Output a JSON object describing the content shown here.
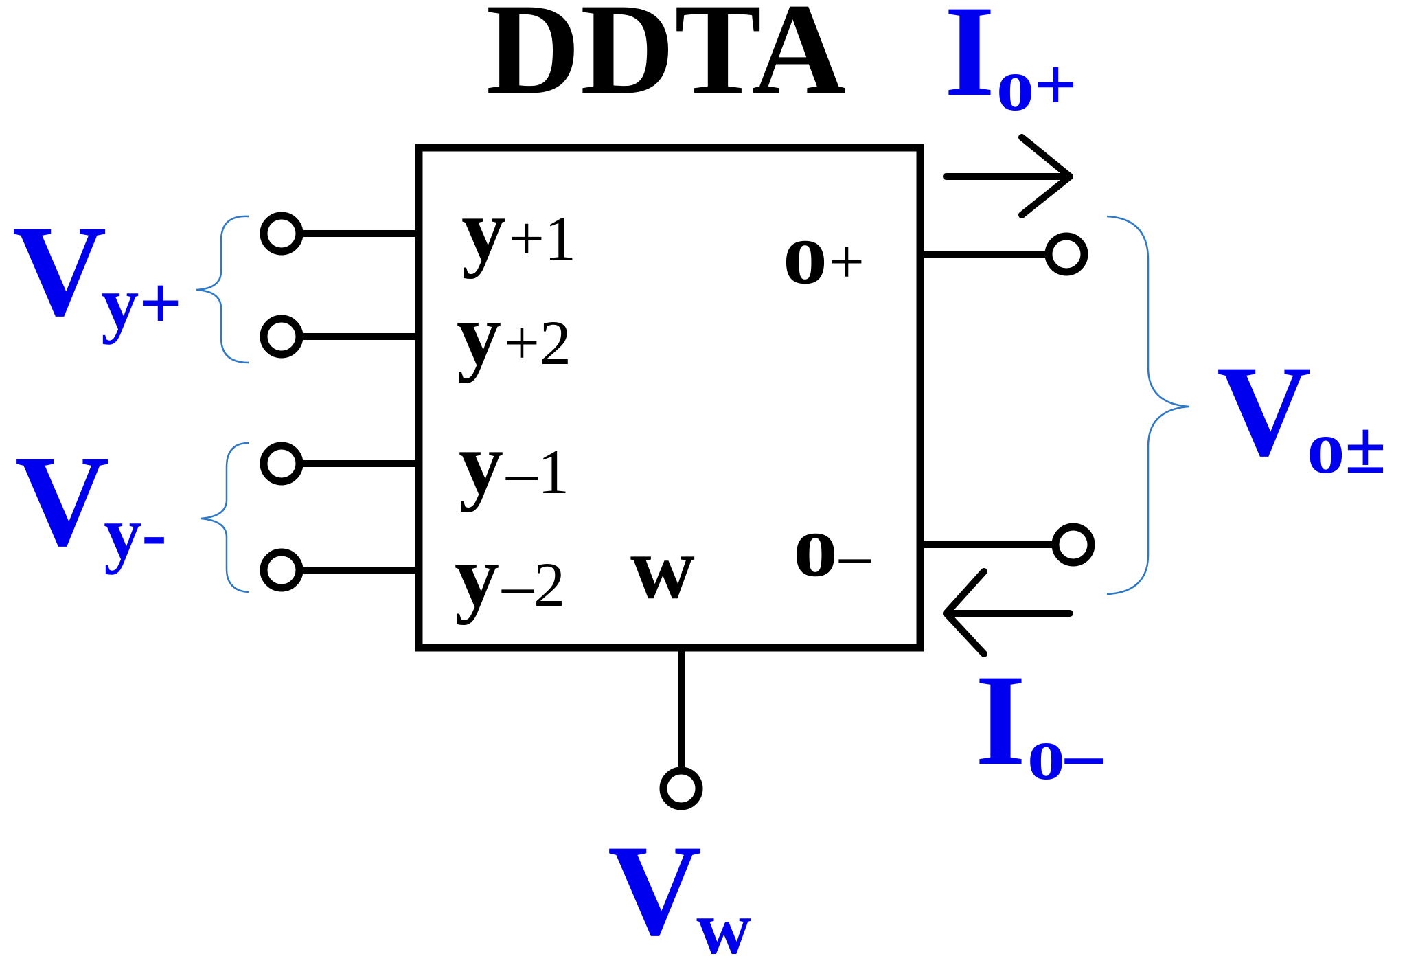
{
  "title": "DDTA",
  "colors": {
    "ink": "#000000",
    "signal": "#0000ee",
    "brace": "#2f78c8"
  },
  "pins": {
    "y_plus_1": {
      "main": "y",
      "sub": "+1"
    },
    "y_plus_2": {
      "main": "y",
      "sub": "+2"
    },
    "y_minus_1": {
      "main": "y",
      "sub": "–1"
    },
    "y_minus_2": {
      "main": "y",
      "sub": "–2"
    },
    "w": {
      "main": "w"
    },
    "o_plus": {
      "main": "o",
      "sub": "+"
    },
    "o_minus": {
      "main": "o",
      "sub": "–"
    }
  },
  "signals": {
    "vy_plus": {
      "main": "V",
      "sub": "y+"
    },
    "vy_minus": {
      "main": "V",
      "sub": "y-"
    },
    "io_plus": {
      "main": "I",
      "sub": "o+"
    },
    "io_minus": {
      "main": "I",
      "sub": "o–"
    },
    "vo": {
      "main": "V",
      "sub": "o±"
    },
    "vw": {
      "main": "V",
      "sub": "w"
    }
  }
}
